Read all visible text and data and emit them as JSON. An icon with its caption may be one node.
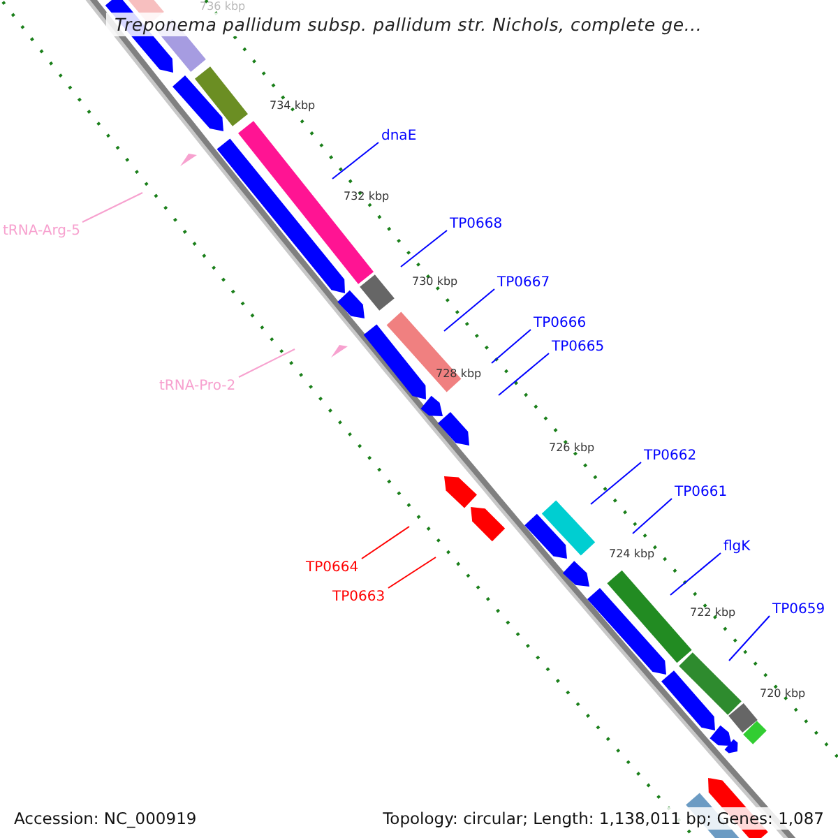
{
  "diagram": {
    "title": "Treponema pallidum subsp. pallidum str. Nichols, complete ge...",
    "nodes": [
      {
        "text": [
          "dnaE"
        ]
      },
      {
        "text": [
          "TP0668"
        ]
      },
      {
        "text": [
          "tRNA-Arg-5"
        ]
      },
      {
        "text": [
          "TP0667"
        ]
      },
      {
        "text": [
          "TP0666"
        ]
      },
      {
        "text": [
          "TP0665"
        ]
      },
      {
        "text": [
          "tRNA-Pro-2"
        ]
      },
      {
        "text": [
          "TP0662"
        ]
      },
      {
        "text": [
          "TP0661"
        ]
      },
      {
        "text": [
          "flgK"
        ]
      },
      {
        "text": [
          "TP0664"
        ]
      },
      {
        "text": [
          "TP0663"
        ]
      },
      {
        "text": [
          "TP0659"
        ]
      }
    ],
    "edges": [
      {
        "from": 0,
        "to": null,
        "arrow": "none"
      },
      {
        "from": 1,
        "to": null,
        "arrow": "none"
      },
      {
        "from": 2,
        "to": null,
        "arrow": "none",
        "color": "#f7a1cf"
      },
      {
        "from": 3,
        "to": null,
        "arrow": "none"
      },
      {
        "from": 4,
        "to": null,
        "arrow": "none"
      },
      {
        "from": 5,
        "to": null,
        "arrow": "none"
      },
      {
        "from": 6,
        "to": null,
        "arrow": "none",
        "color": "#f7a1cf"
      },
      {
        "from": 7,
        "to": null,
        "arrow": "none"
      },
      {
        "from": 8,
        "to": null,
        "arrow": "none"
      },
      {
        "from": 9,
        "to": null,
        "arrow": "none"
      },
      {
        "from": 10,
        "to": null,
        "arrow": "none",
        "color": "#ff0000"
      },
      {
        "from": 11,
        "to": null,
        "arrow": "none",
        "color": "#ff0000"
      },
      {
        "from": 12,
        "to": null,
        "arrow": "none"
      }
    ],
    "labels": [
      "736 kbp",
      "734 kbp",
      "732 kbp",
      "730 kbp",
      "728 kbp",
      "726 kbp",
      "724 kbp",
      "722 kbp",
      "720 kbp",
      "Accession: NC_000919",
      "Topology: circular; Length: 1,138,011 bp; Genes: 1,087"
    ]
  }
}
